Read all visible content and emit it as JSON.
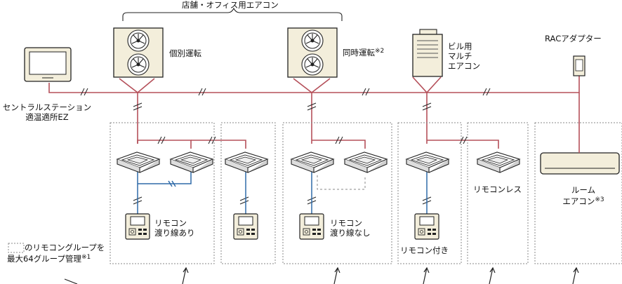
{
  "title": "店舗・オフィス用エアコン",
  "central": {
    "line1": "セントラルステーション",
    "line2": "適温適所EZ"
  },
  "outdoor": [
    {
      "label": "個別運転",
      "note": ""
    },
    {
      "label": "同時運転",
      "note": "※2"
    }
  ],
  "building": {
    "line1": "ビル用",
    "line2": "マルチ",
    "line3": "エアコン"
  },
  "rac": {
    "label": "RACアダプター"
  },
  "room": {
    "line1": "ルーム",
    "line2": "エアコン",
    "note": "※3"
  },
  "groups": [
    {
      "line1": "リモコン",
      "line2": "渡り線あり"
    },
    {
      "line1": "リモコン",
      "line2": "渡り線なし"
    },
    {
      "line1": "リモコン付き",
      "line2": ""
    },
    {
      "line1": "リモコンレス",
      "line2": ""
    }
  ],
  "legend": {
    "line1": "のリモコングループを",
    "line2": "最大64グループ管理",
    "note": "※1"
  },
  "colors": {
    "refrigerant": "#b5505a",
    "remote": "#2f6aa8",
    "box": "#8a8a8a",
    "unit": "#f3eedb"
  },
  "icons": [
    "touch-panel-icon",
    "outdoor-unit-icon",
    "building-multi-unit-icon",
    "rac-adapter-icon",
    "cassette-unit-icon",
    "remote-controller-icon",
    "room-ac-icon"
  ]
}
